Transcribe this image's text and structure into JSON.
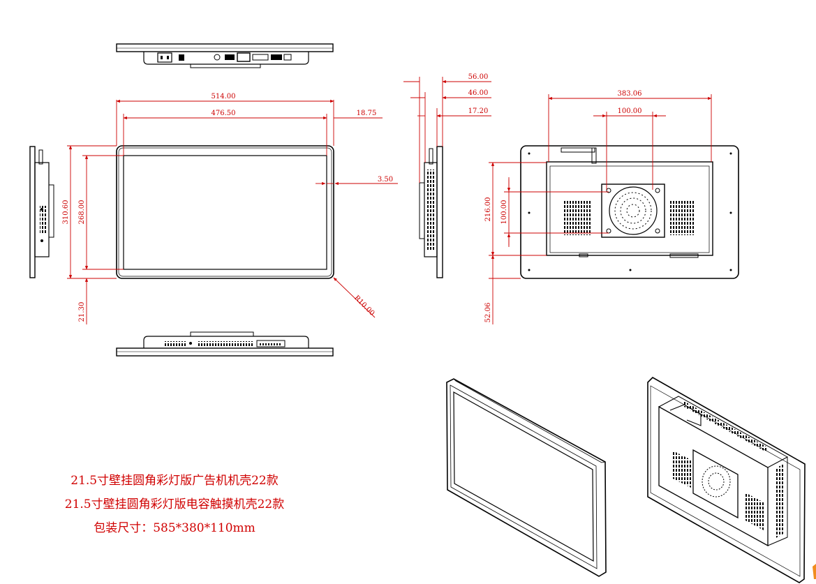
{
  "dimensions": {
    "front_outer_width": "514.00",
    "front_inner_width": "476.50",
    "front_side_bezel": "18.75",
    "front_bezel_gap": "3.50",
    "front_outer_height": "310.60",
    "front_inner_height": "268.00",
    "front_bottom_offset": "21.30",
    "front_corner_radius": "R10.00",
    "side_depth_total": "56.00",
    "side_depth_body": "46.00",
    "side_depth_step": "17.20",
    "rear_mount_span": "383.06",
    "rear_vesa_width": "100.00",
    "rear_mount_height": "216.00",
    "rear_vesa_height": "100.00",
    "rear_bottom_offset": "52.06"
  },
  "captions": {
    "line1": "21.5寸壁挂圆角彩灯版广告机机壳22款",
    "line2": "21.5寸壁挂圆角彩灯版电容触摸机壳22款",
    "line3": "包装尺寸：585*380*110mm"
  }
}
